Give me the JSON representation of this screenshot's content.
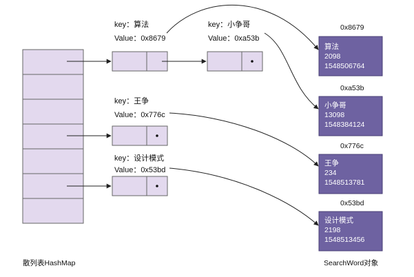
{
  "hashmap": {
    "caption": "散列表HashMap",
    "slot_count": 7,
    "fill": "#e3d9ee",
    "stroke": "#666666"
  },
  "nodes": [
    {
      "key_label": "key：算法",
      "value_label": "Value：0x8679",
      "has_pointer_dot": false
    },
    {
      "key_label": "key：小争哥",
      "value_label": "Value：0xa53b",
      "has_pointer_dot": true
    },
    {
      "key_label": "key：王争",
      "value_label": "Value：0x776c",
      "has_pointer_dot": true
    },
    {
      "key_label": "key：设计模式",
      "value_label": "Value：0x53bd",
      "has_pointer_dot": true
    }
  ],
  "objects_caption": "SearchWord对象",
  "objects": [
    {
      "address": "0x8679",
      "lines": [
        "算法",
        "2098",
        "1548506764"
      ]
    },
    {
      "address": "0xa53b",
      "lines": [
        "小争哥",
        "13098",
        "1548384124"
      ]
    },
    {
      "address": "0x776c",
      "lines": [
        "王争",
        "234",
        "1548513781"
      ]
    },
    {
      "address": "0x53bd",
      "lines": [
        "设计模式",
        "2198",
        "1548513456"
      ]
    }
  ],
  "colors": {
    "object_fill": "#6e62a1",
    "object_stroke": "#4a4076",
    "node_fill": "#e3d9ee",
    "line": "#222222"
  }
}
